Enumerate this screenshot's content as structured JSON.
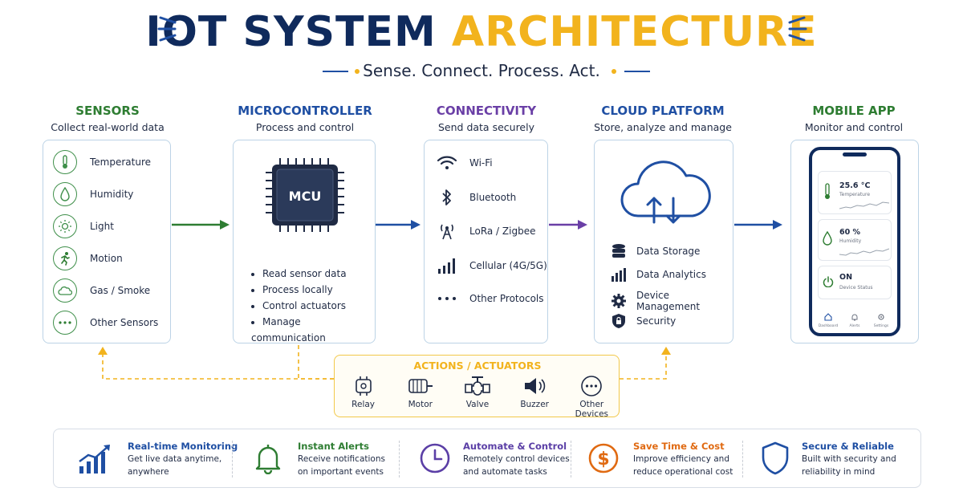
{
  "title": {
    "part1": "IOT SYSTEM",
    "part2": "ARCHITECTURE"
  },
  "subtitle": "Sense. Connect. Process. Act.",
  "columns": {
    "sensors": {
      "title": "SENSORS",
      "subtitle": "Collect real-world data",
      "items": [
        "Temperature",
        "Humidity",
        "Light",
        "Motion",
        "Gas / Smoke",
        "Other Sensors"
      ]
    },
    "mcu": {
      "title": "MICROCONTROLLER",
      "subtitle": "Process and control",
      "chip_label": "MCU",
      "items": [
        "Read sensor data",
        "Process locally",
        "Control actuators",
        "Manage communication"
      ]
    },
    "connectivity": {
      "title": "CONNECTIVITY",
      "subtitle": "Send data securely",
      "items": [
        "Wi-Fi",
        "Bluetooth",
        "LoRa / Zigbee",
        "Cellular (4G/5G)",
        "Other Protocols"
      ]
    },
    "cloud": {
      "title": "CLOUD PLATFORM",
      "subtitle": "Store, analyze and manage",
      "items": [
        "Data Storage",
        "Data Analytics",
        "Device Management",
        "Security"
      ]
    },
    "mobile": {
      "title": "MOBILE APP",
      "subtitle": "Monitor and control",
      "cards": [
        {
          "value": "25.6 °C",
          "label": "Temperature"
        },
        {
          "value": "60 %",
          "label": "Humidity"
        },
        {
          "value": "ON",
          "label": "Device Status"
        }
      ],
      "nav": [
        "Dashboard",
        "Alerts",
        "Settings"
      ]
    }
  },
  "actions": {
    "title": "ACTIONS / ACTUATORS",
    "items": [
      "Relay",
      "Motor",
      "Valve",
      "Buzzer",
      "Other Devices"
    ]
  },
  "features": [
    {
      "title": "Real-time Monitoring",
      "line1": "Get live data anytime,",
      "line2": "anywhere",
      "color": "#1f4fa3"
    },
    {
      "title": "Instant Alerts",
      "line1": "Receive notifications",
      "line2": "on important events",
      "color": "#2e7d32"
    },
    {
      "title": "Automate & Control",
      "line1": "Remotely control devices",
      "line2": "and automate tasks",
      "color": "#5b3fa6"
    },
    {
      "title": "Save Time & Cost",
      "line1": "Improve efficiency and",
      "line2": "reduce operational cost",
      "color": "#e06a12"
    },
    {
      "title": "Secure & Reliable",
      "line1": "Built with security and",
      "line2": "reliability in mind",
      "color": "#1f4fa3"
    }
  ],
  "colors": {
    "navy": "#0f2a5c",
    "gold": "#f2b31d",
    "green": "#2e7d32",
    "blue": "#1f4fa3",
    "purple": "#6a3fa6"
  }
}
